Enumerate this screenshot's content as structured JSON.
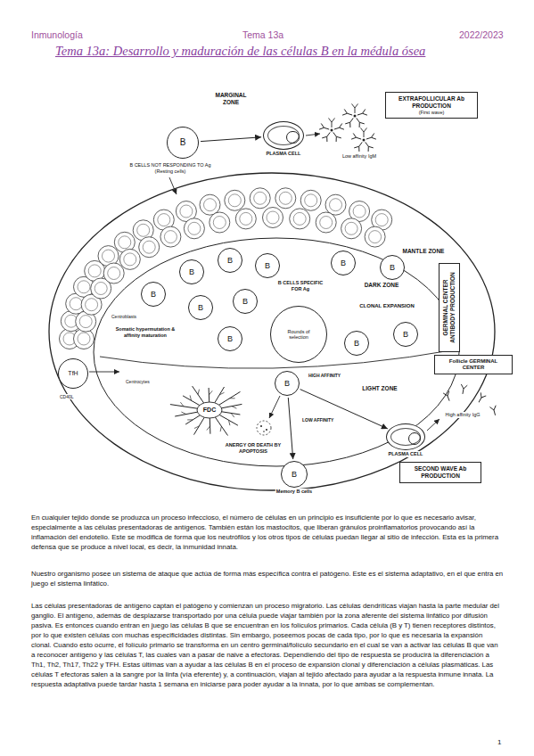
{
  "diagram": {
    "title": "Tema 13a: Desarrollo y maduración de las células B en la médula ósea",
    "nodes": [
      {
        "text": [
          "B"
        ]
      },
      {
        "text": [
          "PLASMA CELL"
        ]
      },
      {
        "text": [
          "EXTRAFOLLICULAR Ab PRODUCTION",
          "(First wave)"
        ]
      },
      {
        "text": [
          "B"
        ]
      },
      {
        "text": [
          "B"
        ]
      },
      {
        "text": [
          "B"
        ]
      },
      {
        "text": [
          "B"
        ]
      },
      {
        "text": [
          "B"
        ]
      },
      {
        "text": [
          "B"
        ]
      },
      {
        "text": [
          "B"
        ]
      },
      {
        "text": [
          "B"
        ]
      },
      {
        "text": [
          "B"
        ]
      },
      {
        "text": [
          "B"
        ]
      },
      {
        "text": [
          "B"
        ]
      },
      {
        "text": [
          "GERMINAL CENTER ANTIBODY PRODUCTION"
        ]
      },
      {
        "text": [
          "Follicle GERMINAL CENTER"
        ]
      },
      {
        "text": [
          "Rounds of selection"
        ]
      },
      {
        "text": [
          "TfH"
        ]
      },
      {
        "text": [
          "FDC"
        ]
      },
      {
        "text": [
          "B"
        ]
      },
      {
        "text": [
          "PLASMA CELL"
        ]
      },
      {
        "text": [
          "SECOND WAVE Ab PRODUCTION"
        ]
      },
      {
        "text": [
          "B",
          "Memory B cells"
        ]
      }
    ],
    "edges": [
      {
        "from": 0,
        "to": 1,
        "arrow": "to"
      },
      {
        "from": 19,
        "to": 20,
        "arrow": "to"
      },
      {
        "from": 19,
        "to": 22,
        "arrow": "to"
      }
    ],
    "labels": [
      "Inmunología",
      "Tema 13a",
      "2022/2023",
      "MARGINAL ZONE",
      "Low affinity IgM",
      "B CELLS NOT RESPONDING TO Ag (Resting cells)",
      "MANTLE ZONE",
      "B CELLS SPECIFIC FOR Ag",
      "DARK ZONE",
      "CLONAL EXPANSION",
      "Centroblasts",
      "Somatic hypermutation & affinity maturation",
      "Centrocytes",
      "CD40L",
      "HIGH AFFINITY",
      "LIGHT ZONE",
      "LOW AFFINITY",
      "ANERGY OR DEATH BY APOPTOSIS",
      "High affinity IgG",
      "En cualquier tejido donde se produzca un proceso infeccioso, el número de células en un principio es insuficiente por lo que es necesario avisar, especialmente a las células presentadoras de antígenos. También están los mastocitos, que liberan gránulos proinflamatorios provocando así la inflamación del endotelio. Este se modifica de forma que los neutrófilos y los otros tipos de células puedan llegar al sitio de infección. Esta es la primera defensa que se produce a nivel local, es decir, la inmunidad innata.",
      "Nuestro organismo posee un sistema de ataque que actúa de forma más específica contra el patógeno. Este es el sistema adaptativo, en el que entra en juego el sistema linfático.",
      "Las células presentadoras de antígeno captan el patógeno y comienzan un proceso migratorio. Las células dendríticas viajan hasta la parte medular del ganglio. El antígeno, además de desplazarse transportado por una célula puede viajar también por la zona aferente del sistema linfático por difusión pasiva. Es entonces cuando entran en juego las células B que se encuentran en los folículos primarios. Cada célula (B y T) tienen receptores distintos, por lo que existen células con muchas especificidades distintas. Sin embargo, poseemos pocas de cada tipo, por lo que es necesaria la expansión clonal. Cuando esto ocurre, el folículo primario se transforma en un centro germinal/folículo secundario en el cual se van a activar las células B que van a reconocer antígeno y las células T, las cuales van a pasar de naive a efectoras. Dependiendo del tipo de respuesta se producirá la diferenciación a Th1, Th2, Th17, Th22 y TFH. Estas últimas van a ayudar a las células B en el proceso de expansión clonal y diferenciación a células plasmáticas. Las células T efectoras salen a la sangre por la linfa (vía eferente) y, a continuación, viajan al tejido afectado para ayudar a la respuesta inmune innata. La respuesta adaptativa puede tardar hasta 1 semana en iniciarse para poder ayudar a la innata, por lo que ambas se complementan.",
      "1"
    ]
  }
}
